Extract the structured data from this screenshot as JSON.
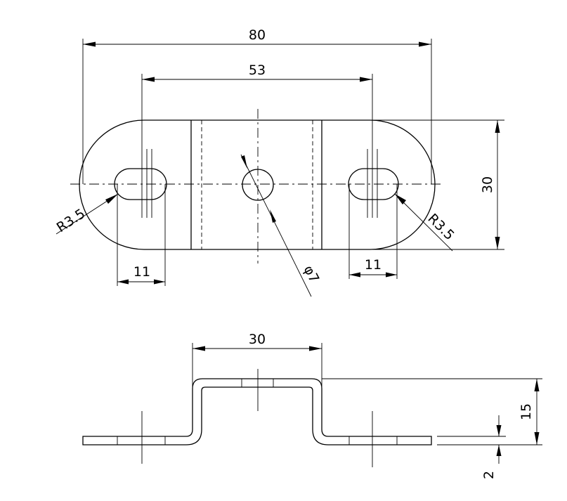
{
  "drawing": {
    "top_view": {
      "overall_length": "80",
      "hole_spacing": "53",
      "width": "30",
      "slot_length_left": "11",
      "slot_length_right": "11",
      "slot_radius_left": "R3.5",
      "slot_radius_right": "R3.5",
      "center_hole_diameter": "φ7"
    },
    "side_view": {
      "top_width": "30",
      "height": "15",
      "thickness": "2"
    }
  }
}
